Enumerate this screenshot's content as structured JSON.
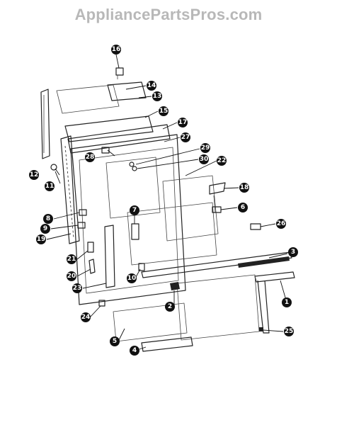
{
  "header": {
    "site_title": "AppliancePartsPros.com"
  },
  "diagram": {
    "callouts": [
      {
        "id": "c16a",
        "label": "16"
      },
      {
        "id": "c14",
        "label": "14"
      },
      {
        "id": "c13",
        "label": "13"
      },
      {
        "id": "c15",
        "label": "15"
      },
      {
        "id": "c17",
        "label": "17"
      },
      {
        "id": "c27",
        "label": "27"
      },
      {
        "id": "c28",
        "label": "28"
      },
      {
        "id": "c29",
        "label": "29"
      },
      {
        "id": "c30",
        "label": "30"
      },
      {
        "id": "c22",
        "label": "22"
      },
      {
        "id": "c12",
        "label": "12"
      },
      {
        "id": "c11",
        "label": "11"
      },
      {
        "id": "c18",
        "label": "18"
      },
      {
        "id": "c6",
        "label": "6"
      },
      {
        "id": "c7",
        "label": "7"
      },
      {
        "id": "c26",
        "label": "26"
      },
      {
        "id": "c8",
        "label": "8"
      },
      {
        "id": "c9",
        "label": "9"
      },
      {
        "id": "c19",
        "label": "19"
      },
      {
        "id": "c3",
        "label": "3"
      },
      {
        "id": "c21",
        "label": "21"
      },
      {
        "id": "c20",
        "label": "20"
      },
      {
        "id": "c10",
        "label": "10"
      },
      {
        "id": "c23",
        "label": "23"
      },
      {
        "id": "c1",
        "label": "1"
      },
      {
        "id": "c2",
        "label": "2"
      },
      {
        "id": "c24",
        "label": "24"
      },
      {
        "id": "c25",
        "label": "25"
      },
      {
        "id": "c5",
        "label": "5"
      },
      {
        "id": "c4",
        "label": "4"
      }
    ]
  }
}
